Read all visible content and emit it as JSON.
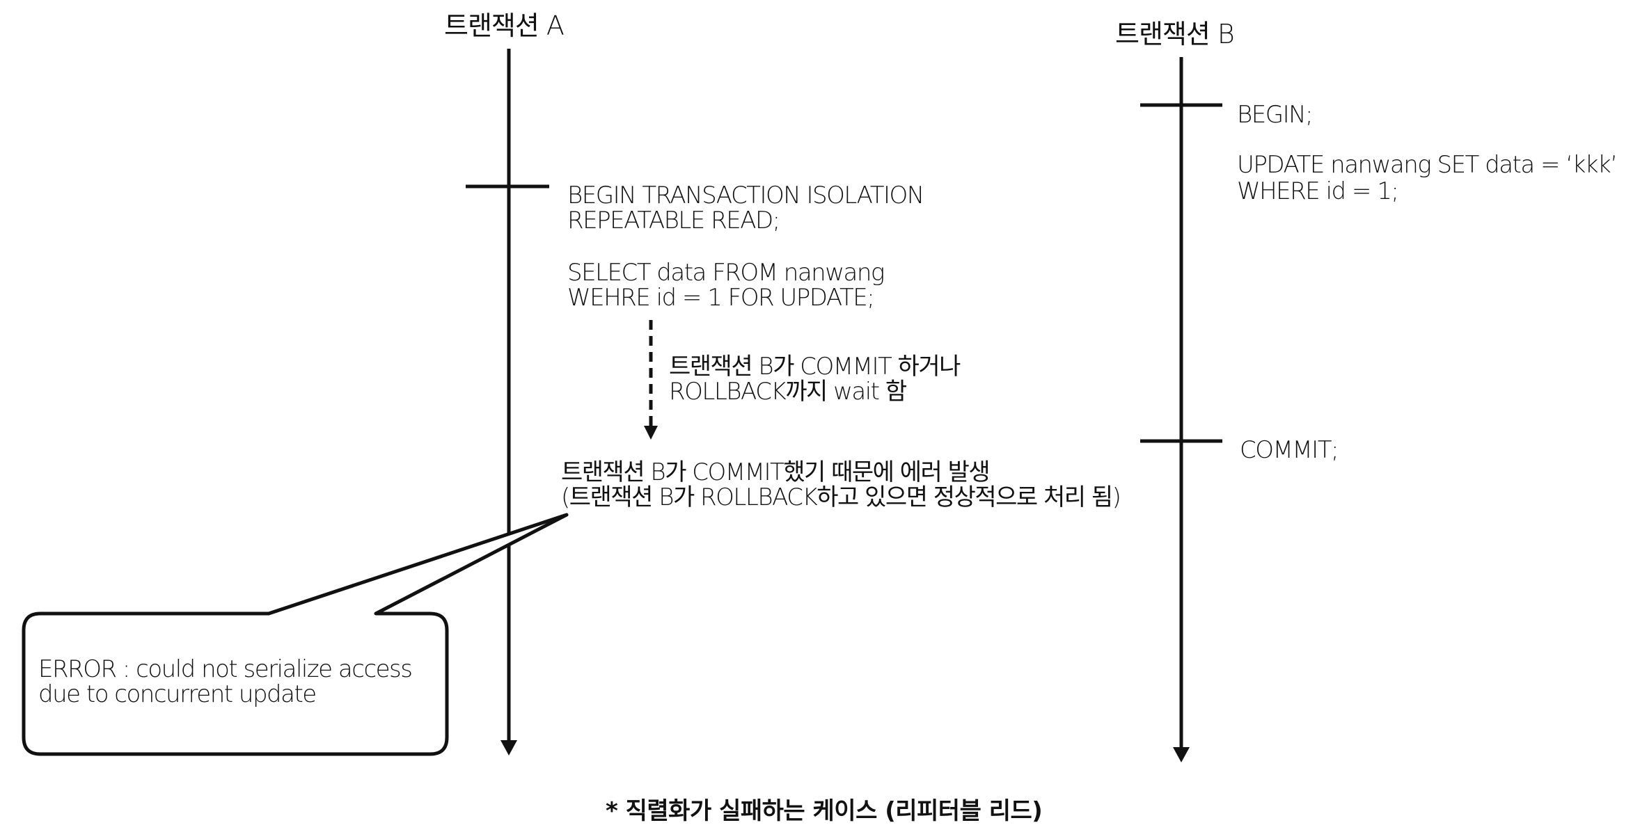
{
  "diagram": {
    "transaction_a": {
      "title": "트랜잭션 A",
      "stmt1_line1": "BEGIN TRANSACTION ISOLATION",
      "stmt1_line2": "REPEATABLE READ;",
      "stmt2_line1": "SELECT data FROM nanwang",
      "stmt2_line2": "WEHRE id = 1 FOR UPDATE;",
      "wait_line1": "트랜잭션 B가 COMMIT 하거나",
      "wait_line2": "ROLLBACK까지 wait 함",
      "result_line1": "트랜잭션 B가 COMMIT했기 때문에 에러 발생",
      "result_line2": "(트랜잭션 B가 ROLLBACK하고 있으면 정상적으로 처리 됨)"
    },
    "transaction_b": {
      "title": "트랜잭션 B",
      "begin": "BEGIN;",
      "update_line1": "UPDATE nanwang SET data = ‘kkk’",
      "update_line2": "WHERE id = 1;",
      "commit": "COMMIT;"
    },
    "error_callout": {
      "line1": "ERROR : could not serialize access",
      "line2": "due to concurrent update"
    },
    "caption": "* 직렬화가 실패하는 케이스 (리피터블 리드)"
  }
}
